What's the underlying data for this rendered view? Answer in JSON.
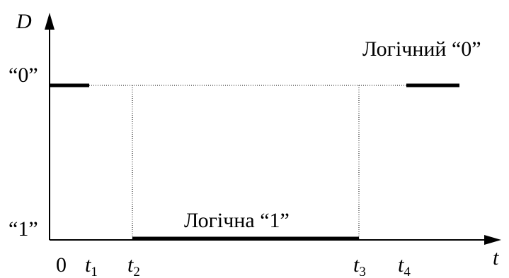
{
  "diagram": {
    "y_axis_label": "D",
    "x_axis_label": "t",
    "level_zero_label": "“0”",
    "level_one_label": "“1”",
    "origin_label": "0",
    "time_marks": [
      {
        "base": "t",
        "sub": "1"
      },
      {
        "base": "t",
        "sub": "2"
      },
      {
        "base": "t",
        "sub": "3"
      },
      {
        "base": "t",
        "sub": "4"
      }
    ],
    "logical_zero_text": "Логічний “0”",
    "logical_one_text": "Логічна “1”",
    "colors": {
      "line": "#000000",
      "background": "#ffffff"
    }
  }
}
